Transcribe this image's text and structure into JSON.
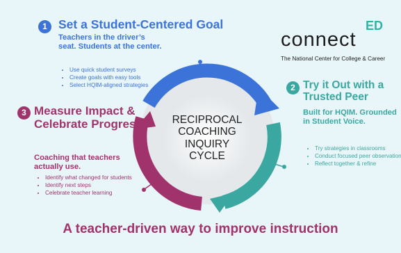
{
  "step1": {
    "number": "1",
    "title": "Set a Student-Centered Goal",
    "subtitle": "Teachers in the driver’s seat. Students at the center.",
    "bullets": [
      "Use quick student surveys",
      "Create goals with easy tools",
      "Select HQIM-aligned strategies"
    ]
  },
  "step2": {
    "number": "2",
    "title": "Try it Out with a Trusted Peer",
    "subtitle": "Built for HQIM. Grounded in Student Voice.",
    "bullets": [
      "Try strategies in classrooms",
      "Conduct focused peer observations",
      "Reflect together & refine"
    ]
  },
  "step3": {
    "number": "3",
    "title": "Measure Impact & Celebrate Progress",
    "subtitle": "Coaching that teachers actually use.",
    "bullets": [
      "Identify what changed for students",
      "Identify next steps",
      "Celebrate teacher learning"
    ]
  },
  "logo": {
    "word": "connect",
    "accent": "ED",
    "tagline": "The National Center for College & Career"
  },
  "cycle": {
    "label": "RECIPROCAL COACHING INQUIRY CYCLE"
  },
  "footer": {
    "tagline": "A teacher-driven way to improve instruction"
  },
  "colors": {
    "background": "#e9f6f9",
    "step1": "#3b73d9",
    "step2": "#3aa7a0",
    "step3": "#a0336b"
  }
}
